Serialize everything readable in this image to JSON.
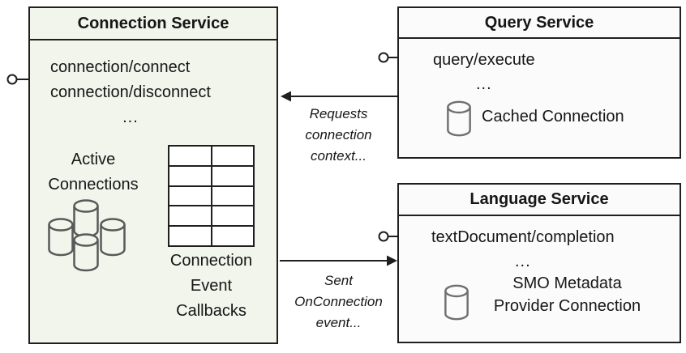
{
  "colors": {
    "border": "#1f1f1f",
    "connection_box_bg": "#f2f5ec",
    "service_box_bg": "#fbfbfb",
    "cluster_gray": "#595959",
    "cylinder_gray": "#707070"
  },
  "connection_service": {
    "title": "Connection Service",
    "endpoints": [
      "connection/connect",
      "connection/disconnect"
    ],
    "ellipsis": "...",
    "active_connections_label": "Active\nConnections",
    "callbacks_label": "Connection\nEvent\nCallbacks",
    "callback_table": {
      "rows": 5,
      "cols": 2
    }
  },
  "query_service": {
    "title": "Query Service",
    "endpoint": "query/execute",
    "ellipsis": "...",
    "connection_label": "Cached Connection"
  },
  "language_service": {
    "title": "Language Service",
    "endpoint": "textDocument/completion",
    "ellipsis": "...",
    "connection_label": "SMO Metadata\nProvider Connection"
  },
  "annotations": {
    "request_label": "Requests\nconnection\ncontext...",
    "sent_label": "Sent\nOnConnection\nevent..."
  }
}
